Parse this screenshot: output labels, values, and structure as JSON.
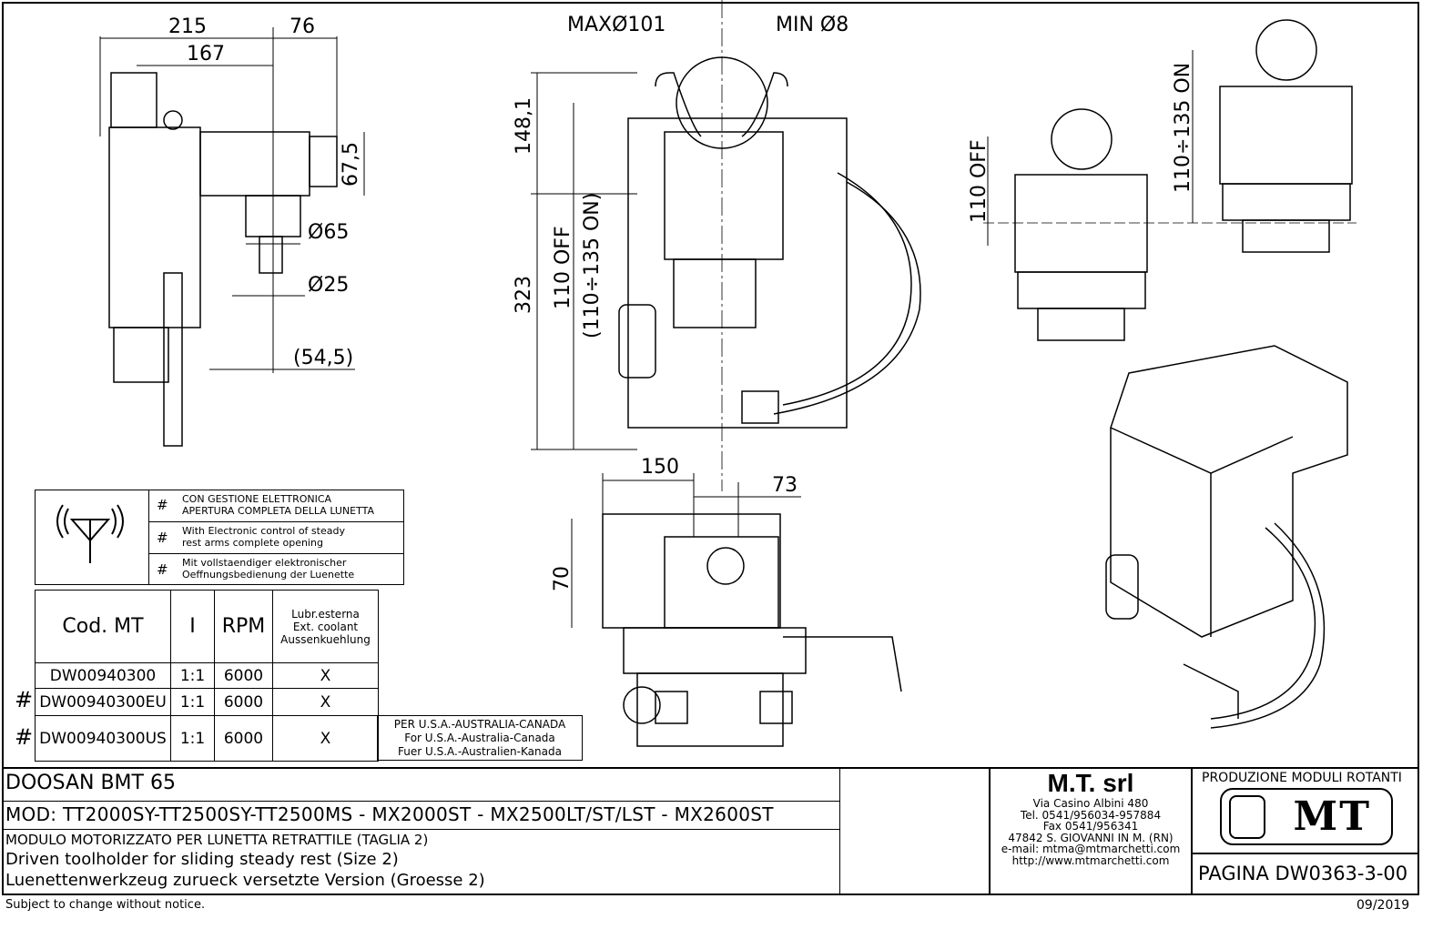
{
  "dimensions": {
    "side_215": "215",
    "side_76": "76",
    "side_167": "167",
    "side_67_5": "67,5",
    "side_d65": "Ø65",
    "side_d25": "Ø25",
    "side_54_5": "(54,5)",
    "front_max": "MAXØ101",
    "front_min": "MIN  Ø8",
    "front_148_1": "148,1",
    "front_323": "323",
    "front_110off": "110 OFF",
    "front_110_135on": "(110÷135 ON)",
    "top_150": "150",
    "top_73": "73",
    "top_70": "70",
    "right_110off": "110 OFF",
    "right_110_135on": "110÷135 ON"
  },
  "electronic_note": {
    "symbol": "antenna-icon",
    "rows": [
      {
        "mark": "#",
        "text": "CON GESTIONE ELETTRONICA\nAPERTURA COMPLETA DELLA LUNETTA"
      },
      {
        "mark": "#",
        "text": "With Electronic control of steady\nrest arms complete opening"
      },
      {
        "mark": "#",
        "text": "Mit vollstaendiger elektronischer\nOeffnungsbedienung der Luenette"
      }
    ]
  },
  "code_table": {
    "headers": [
      "Cod. MT",
      "I",
      "RPM",
      "Lubr.esterna\nExt. coolant\nAussenkuehlung"
    ],
    "rows": [
      {
        "mark": "",
        "code": "DW00940300",
        "ratio": "1:1",
        "rpm": "6000",
        "coolant": "X"
      },
      {
        "mark": "#",
        "code": "DW00940300EU",
        "ratio": "1:1",
        "rpm": "6000",
        "coolant": "X"
      },
      {
        "mark": "#",
        "code": "DW00940300US",
        "ratio": "1:1",
        "rpm": "6000",
        "coolant": "X"
      }
    ],
    "us_note": "PER U.S.A.-AUSTRALIA-CANADA\nFor U.S.A.-Australia-Canada\nFuer U.S.A.-Australien-Kanada"
  },
  "title_block": {
    "machine": "DOOSAN   BMT 65",
    "models": "MOD: TT2000SY-TT2500SY-TT2500MS - MX2000ST - MX2500LT/ST/LST -  MX2600ST",
    "desc_it": "MODULO MOTORIZZATO PER LUNETTA RETRATTILE (TAGLIA 2)",
    "desc_en": "Driven toolholder for sliding steady rest (Size 2)",
    "desc_de": "Luenettenwerkzeug zurueck versetzte Version (Groesse 2)"
  },
  "company": {
    "name": "M.T. srl",
    "address": "Via Casino Albini 480",
    "tel": "Tel. 0541/956034-957884",
    "fax": "Fax 0541/956341",
    "city": "47842 S. GIOVANNI IN M. (RN)",
    "email": "e-mail: mtma@mtmarchetti.com",
    "web": "http://www.mtmarchetti.com"
  },
  "brand": {
    "tagline": "PRODUZIONE MODULI ROTANTI",
    "logo_text": "MT",
    "page": "PAGINA DW0363-3-00"
  },
  "footer": {
    "notice": "Subject to change without notice.",
    "date": "09/2019"
  }
}
